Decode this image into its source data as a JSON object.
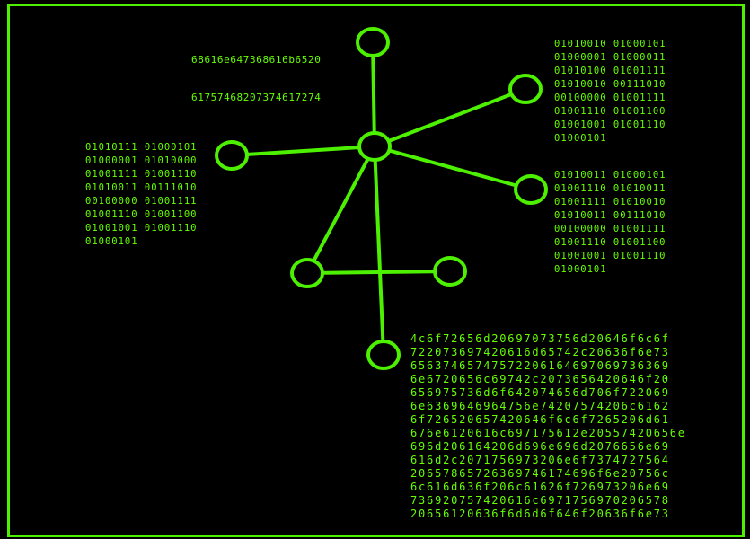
{
  "colors": {
    "accent": "#4cf000",
    "text": "#66ff00",
    "background": "#000000"
  },
  "labels": {
    "top": [
      "68616e647368616b6520",
      "61757468207374617274"
    ],
    "reactor": [
      "01010010 01000101",
      "01000001 01000011",
      "01010100 01001111",
      "01010010 00111010",
      "00100000 01001111",
      "01001110 01001100",
      "01001001 01001110",
      "01000101"
    ],
    "weapons": [
      "01010111 01000101",
      "01000001 01010000",
      "01001111 01001110",
      "01010011 00111010",
      "00100000 01001111",
      "01001110 01001100",
      "01001001 01001110",
      "01000101"
    ],
    "sensors": [
      "01010011 01000101",
      "01001110 01010011",
      "01001111 01010010",
      "01010011 00111010",
      "00100000 01001111",
      "01001110 01001100",
      "01001001 01001110",
      "01000101"
    ],
    "hex": [
      "4c6f72656d20697073756d20646f6c6f",
      "722073697420616d65742c20636f6e73",
      "65637465747572206164697069736369",
      "6e6720656c69742c2073656420646f20",
      "656975736d6f642074656d706f722069",
      "6e6369646964756e74207574206c6162",
      "6f726520657420646f6c6f7265206d61",
      "676e6120616c697175612e20557420656e",
      "696d206164206d696e696d2076656e69",
      "616d2c2071756973206e6f7374727564",
      "20657865726369746174696f6e20756c",
      "6c616d636f206c61626f726973206e69",
      "736920757420616c6971756970206578",
      "20656120636f6d6d6f646f20636f6e73"
    ]
  }
}
